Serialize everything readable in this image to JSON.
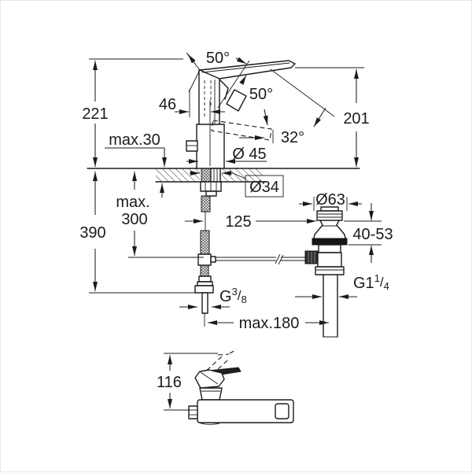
{
  "drawing": {
    "type": "technical-dimension-drawing",
    "subject": "single-lever basin mixer tap with pop-up waste set",
    "background": "#ffffff",
    "line_color": "#1b1b1b",
    "labels": {
      "angle_spout_top": "50°",
      "angle_spout_mid": "50°",
      "angle_lever": "32°",
      "dim_height_overall": "221",
      "dim_height_spout": "201",
      "dim_lever_offset": "46",
      "dim_deck_thickness": "max.30",
      "dim_depth_overall": "390",
      "dim_hose_line1": "max.",
      "dim_hose_line2": "300",
      "dim_body_diameter": "Ø 45",
      "dim_hole_diameter": "Ø34",
      "dim_waste_diameter": "Ø63",
      "dim_waste_range": "40-53",
      "dim_center_distance": "125",
      "dim_reach": "max.180",
      "dim_plan_height": "116",
      "thread_supply": {
        "base": "G",
        "sup": "3",
        "slash": "/",
        "sub": "8"
      },
      "thread_waste": {
        "base": "G1",
        "sup": "1",
        "slash": "/",
        "sub": "4"
      }
    }
  }
}
